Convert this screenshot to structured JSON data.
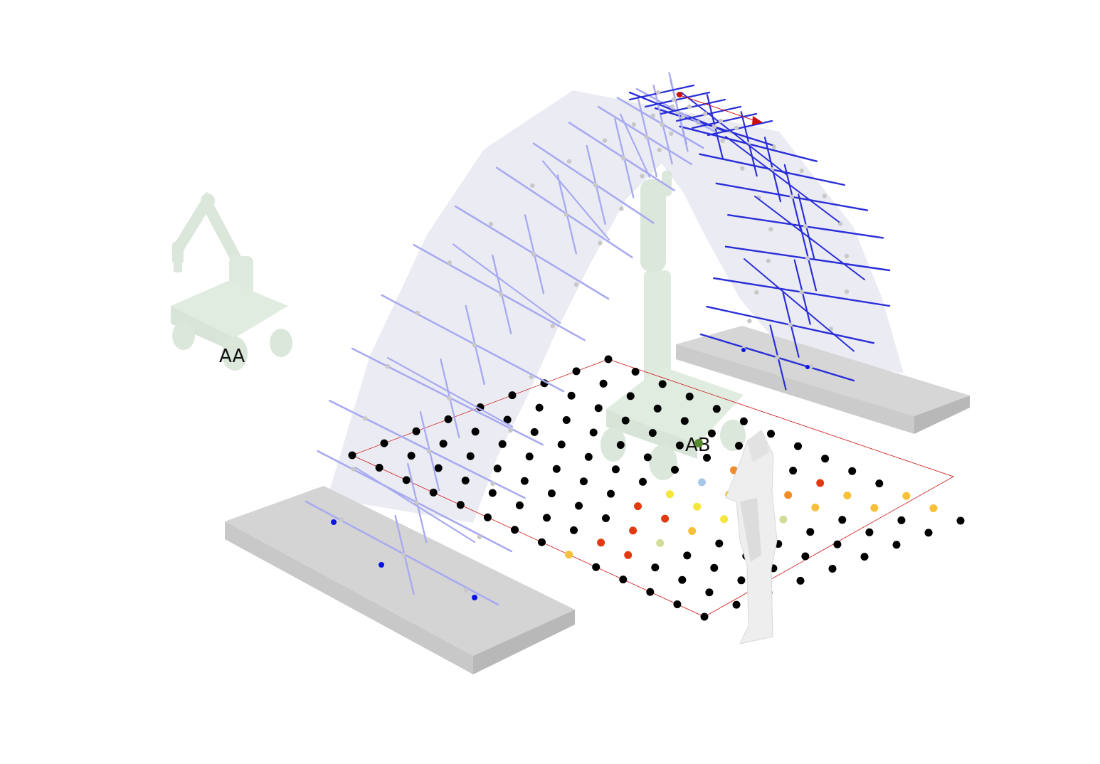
{
  "scene": {
    "robots": [
      {
        "id": "robot-aa",
        "label": "AA"
      },
      {
        "id": "robot-ab",
        "label": "AB"
      }
    ],
    "grid_point_states": {
      "blocked": "#000000",
      "high": "#e23a10",
      "medium_high": "#f08c28",
      "medium": "#f8c038",
      "low": "#f5e63a",
      "minimal": "#d2dc98",
      "free": "#a8c8e8"
    },
    "colors": {
      "envelope": "#dedfeb",
      "strut_front": "#a8aaf0",
      "strut_back": "#2a2ed8",
      "joint": "#c8c8c8",
      "support": "#d4d4d4",
      "support_side": "#b8b8b8",
      "support_foot": "#0a14e6",
      "grid_outline": "#cc1010",
      "robot_ghost": "#c8dcc8",
      "human": "#eeeeee"
    },
    "icons": [
      "mobile-robot-icon",
      "human-figure-icon",
      "axis-arrow-icon"
    ]
  }
}
